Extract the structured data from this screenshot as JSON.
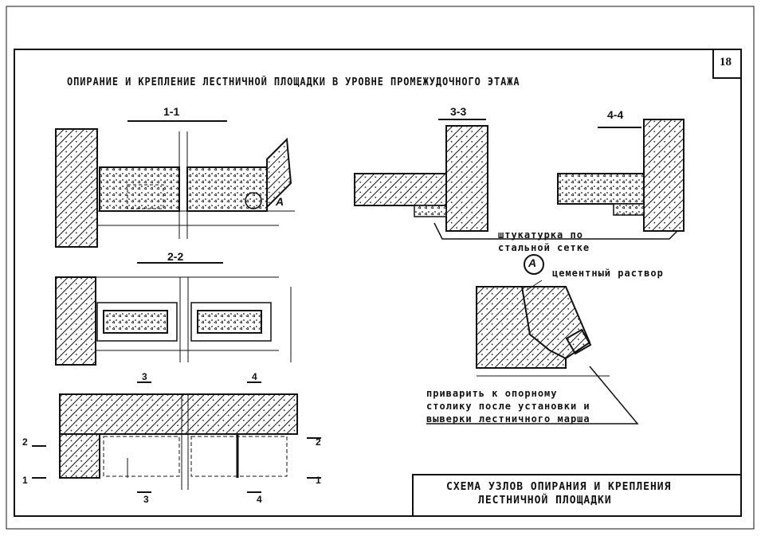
{
  "sheet_number": "18",
  "title": "ОПИРАНИЕ И КРЕПЛЕНИЕ ЛЕСТНИЧНОЙ ПЛОЩАДКИ В УРОВНЕ ПРОМЕЖУДОЧНОГО ЭТАЖА",
  "sections": {
    "s1": "1-1",
    "s2": "2-2",
    "s3": "3-3",
    "s4": "4-4"
  },
  "callout_a": "A",
  "section_marks": {
    "m1": "1",
    "m2": "2",
    "m3": "3",
    "m4": "4"
  },
  "notes": {
    "plaster_line1": "штукатурка по",
    "plaster_line2": "стальной сетке",
    "mortar": "цементный раствор",
    "weld_line1": "приварить к опорному",
    "weld_line2": "столику после установки и",
    "weld_line3": "выверки лестничного марша"
  },
  "stamp": {
    "line1": "СХЕМА УЗЛОВ ОПИРАНИЯ И КРЕПЛЕНИЯ",
    "line2": "ЛЕСТНИЧНОЙ ПЛОЩАДКИ"
  }
}
